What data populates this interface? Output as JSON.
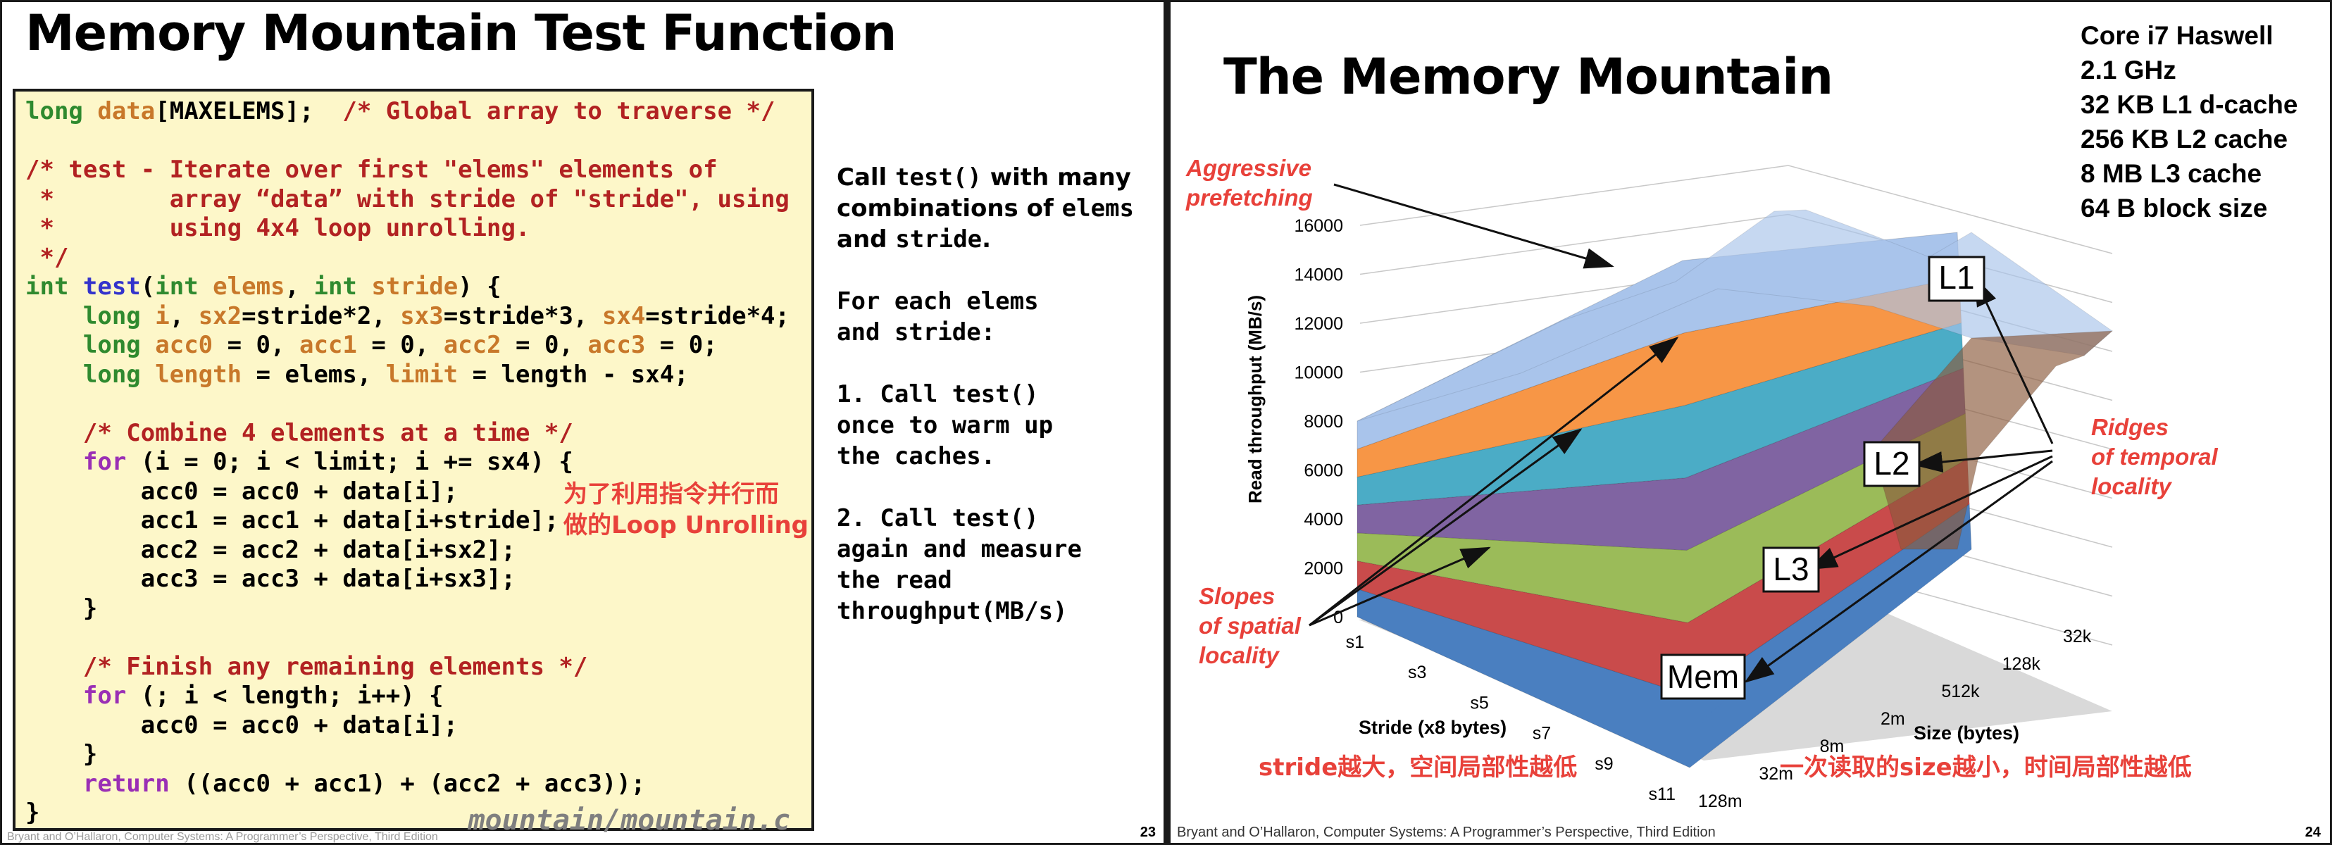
{
  "left_slide": {
    "title": "Memory Mountain Test Function",
    "code_lines": [
      [
        [
          "k",
          "long "
        ],
        [
          "v",
          "data"
        ],
        [
          "",
          "[MAXELEMS];  "
        ],
        [
          "c",
          "/* Global array to traverse */"
        ]
      ],
      [],
      [
        [
          "c",
          "/* test - Iterate over first \"elems\" elements of"
        ]
      ],
      [
        [
          "c",
          " *        array “data” with stride of \"stride\", using"
        ]
      ],
      [
        [
          "c",
          " *        using 4x4 loop unrolling."
        ]
      ],
      [
        [
          "c",
          " */"
        ]
      ],
      [
        [
          "k",
          "int "
        ],
        [
          "f",
          "test"
        ],
        [
          "",
          "("
        ],
        [
          "k",
          "int "
        ],
        [
          "v",
          "elems"
        ],
        [
          "",
          ", "
        ],
        [
          "k",
          "int "
        ],
        [
          "v",
          "stride"
        ],
        [
          "",
          ") {"
        ]
      ],
      [
        [
          "",
          "    "
        ],
        [
          "k",
          "long "
        ],
        [
          "v",
          "i"
        ],
        [
          "",
          ", "
        ],
        [
          "v",
          "sx2"
        ],
        [
          "",
          "=stride*2, "
        ],
        [
          "v",
          "sx3"
        ],
        [
          "",
          "=stride*3, "
        ],
        [
          "v",
          "sx4"
        ],
        [
          "",
          "=stride*4;"
        ]
      ],
      [
        [
          "",
          "    "
        ],
        [
          "k",
          "long "
        ],
        [
          "v",
          "acc0"
        ],
        [
          "",
          " = 0, "
        ],
        [
          "v",
          "acc1"
        ],
        [
          "",
          " = 0, "
        ],
        [
          "v",
          "acc2"
        ],
        [
          "",
          " = 0, "
        ],
        [
          "v",
          "acc3"
        ],
        [
          "",
          " = 0;"
        ]
      ],
      [
        [
          "",
          "    "
        ],
        [
          "k",
          "long "
        ],
        [
          "v",
          "length"
        ],
        [
          "",
          " = elems, "
        ],
        [
          "v",
          "limit"
        ],
        [
          "",
          " = length - sx4;"
        ]
      ],
      [],
      [
        [
          "",
          "    "
        ],
        [
          "c",
          "/* Combine 4 elements at a time */"
        ]
      ],
      [
        [
          "",
          "    "
        ],
        [
          "kw",
          "for"
        ],
        [
          "",
          " (i = 0; i < limit; i += sx4) {"
        ]
      ],
      [
        [
          "",
          "        acc0 = acc0 + data[i];"
        ]
      ],
      [
        [
          "",
          "        acc1 = acc1 + data[i+stride];"
        ]
      ],
      [
        [
          "",
          "        acc2 = acc2 + data[i+sx2];"
        ]
      ],
      [
        [
          "",
          "        acc3 = acc3 + data[i+sx3];"
        ]
      ],
      [
        [
          "",
          "    }"
        ]
      ],
      [],
      [
        [
          "",
          "    "
        ],
        [
          "c",
          "/* Finish any remaining elements */"
        ]
      ],
      [
        [
          "",
          "    "
        ],
        [
          "kw",
          "for"
        ],
        [
          "",
          " (; i < length; i++) {"
        ]
      ],
      [
        [
          "",
          "        acc0 = acc0 + data[i];"
        ]
      ],
      [
        [
          "",
          "    }"
        ]
      ],
      [
        [
          "",
          "    "
        ],
        [
          "kw",
          "return"
        ],
        [
          "",
          " ((acc0 + acc1) + (acc2 + acc3));"
        ]
      ],
      [
        [
          "",
          "}"
        ]
      ]
    ],
    "code_file": "mountain/mountain.c",
    "note_cn_1": "为了利用指令并行而",
    "note_cn_2": "做的Loop Unrolling",
    "side": {
      "p1_a": "Call ",
      "p1_b": "test()",
      "p1_c": " with many",
      "p1_d": "combinations of ",
      "p1_e": "elems",
      "p1_f": "and ",
      "p1_g": "stride",
      "p1_h": ".",
      "p2_l1": "For each elems",
      "p2_l2": "and stride:",
      "p3_l1": "1. Call test()",
      "p3_l2": "once to warm up",
      "p3_l3": "the caches.",
      "p4_l1": "2. Call test()",
      "p4_l2": "again and measure",
      "p4_l3": "the read",
      "p4_l4": "throughput(MB/s)"
    },
    "footer": "Bryant and O’Hallaron, Computer Systems: A Programmer’s Perspective, Third Edition",
    "page_number": "23"
  },
  "right_slide": {
    "title": "The Memory Mountain",
    "specs": [
      "Core i7 Haswell",
      "2.1 GHz",
      "32 KB L1 d-cache",
      "256 KB L2 cache",
      "8 MB L3 cache",
      "64 B block size"
    ],
    "notes": {
      "aggressive_1": "Aggressive",
      "aggressive_2": "prefetching",
      "ridges_1": "Ridges",
      "ridges_2": "of temporal",
      "ridges_3": "locality",
      "slopes_1": "Slopes",
      "slopes_2": "of spatial",
      "slopes_3": "locality"
    },
    "cn_stride": "stride越大，空间局部性越低",
    "cn_size": "一次读取的size越小，时间局部性越低",
    "footer": "Bryant and O’Hallaron, Computer Systems: A Programmer’s Perspective, Third Edition",
    "page_number": "24",
    "chart_data": {
      "type": "surface",
      "title": "",
      "ylabel": "Read throughput (MB/s)",
      "xlabel": "Stride (x8 bytes)",
      "zlabel": "Size (bytes)",
      "y_ticks": [
        "0",
        "2000",
        "4000",
        "6000",
        "8000",
        "10000",
        "12000",
        "14000",
        "16000"
      ],
      "ylim": [
        0,
        16000
      ],
      "stride_ticks": [
        "s1",
        "s3",
        "s5",
        "s7",
        "s9",
        "s11"
      ],
      "size_ticks": [
        "128m",
        "32m",
        "8m",
        "2m",
        "512k",
        "128k",
        "32k"
      ],
      "cache_labels": [
        "L1",
        "L2",
        "L3",
        "Mem"
      ],
      "band_colors": [
        "#4a7fc0",
        "#c94b4b",
        "#9bbb59",
        "#8064a2",
        "#4bacc6",
        "#f79646",
        "#a9c4eb"
      ]
    }
  }
}
